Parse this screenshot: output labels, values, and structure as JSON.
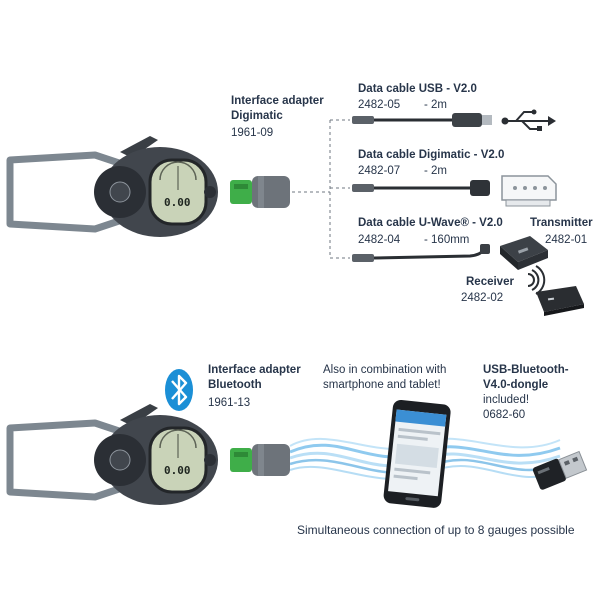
{
  "top": {
    "interface_adapter": {
      "title_line1": "Interface adapter",
      "title_line2": "Digimatic",
      "code": "1961-09"
    },
    "usb_cable": {
      "title": "Data cable USB - V2.0",
      "code": "2482-05",
      "length": "- 2m"
    },
    "digimatic_cable": {
      "title": "Data cable Digimatic - V2.0",
      "code": "2482-07",
      "length": "- 2m"
    },
    "uwave_cable": {
      "title": "Data cable U-Wave® - V2.0",
      "code": "2482-04",
      "length": "- 160mm"
    },
    "transmitter": {
      "title": "Transmitter",
      "code": "2482-01"
    },
    "receiver": {
      "title": "Receiver",
      "code": "2482-02"
    },
    "gauge_display": "0.00"
  },
  "bottom": {
    "interface_adapter": {
      "title_line1": "Interface adapter",
      "title_line2": "Bluetooth",
      "code": "1961-13"
    },
    "combination_note": {
      "line1": "Also in combination with",
      "line2": "smartphone and tablet!"
    },
    "dongle": {
      "line1": "USB-Bluetooth-",
      "line2": "V4.0-dongle",
      "line3": "included!",
      "code": "0682-60"
    },
    "footer": "Simultaneous connection of up to 8 gauges possible",
    "gauge_display": "0.00"
  },
  "icons": [
    "caliper-gauge-icon",
    "interface-adapter-icon",
    "usb-symbol-icon",
    "digimatic-connector-icon",
    "transmitter-icon",
    "receiver-icon",
    "wireless-signal-icon",
    "bluetooth-icon",
    "smartphone-icon",
    "usb-dongle-icon"
  ],
  "colors": {
    "text": "#27354a",
    "adapter_green": "#3fae49",
    "bluetooth_blue": "#1b8fd6",
    "wave_blue": "#5fb4e8"
  }
}
